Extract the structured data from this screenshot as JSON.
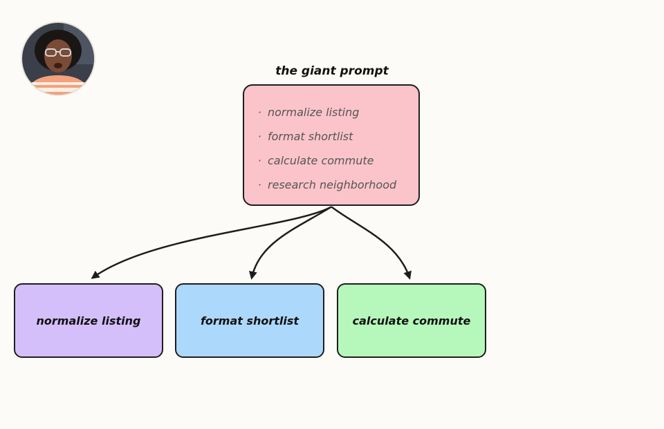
{
  "diagram": {
    "title": "the giant prompt",
    "giant_items": [
      "normalize listing",
      "format shortlist",
      "calculate commute",
      "research neighborhood"
    ],
    "bullet": "·",
    "tasks": [
      {
        "label": "normalize listing",
        "color": "#d4bffb"
      },
      {
        "label": "format shortlist",
        "color": "#acd8fb"
      },
      {
        "label": "calculate commute",
        "color": "#b6f7bb"
      }
    ],
    "giant_color": "#fbc4ca"
  },
  "presenter": {
    "icon": "presenter-webcam-icon"
  }
}
